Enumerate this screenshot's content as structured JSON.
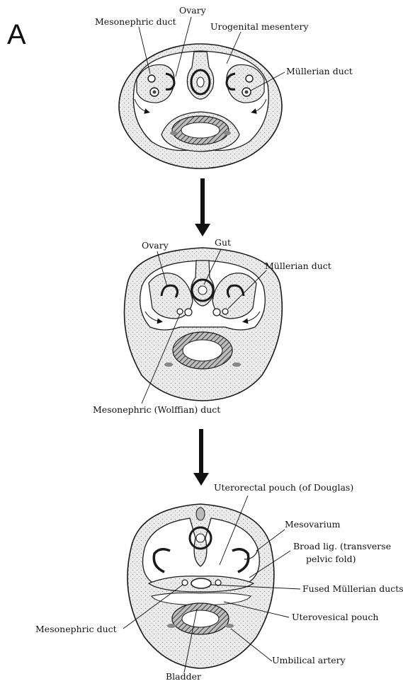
{
  "figure": {
    "panel_letter": "A"
  },
  "stage1": {
    "labels": {
      "mesonephric_duct": "Mesonephric duct",
      "ovary": "Ovary",
      "urogenital_mesentery": "Urogenital mesentery",
      "mullerian_duct": "Müllerian duct"
    }
  },
  "stage2": {
    "labels": {
      "ovary": "Ovary",
      "gut": "Gut",
      "mullerian_duct": "Müllerian duct",
      "mesonephric_wolffian_duct": "Mesonephric (Wolffian) duct"
    }
  },
  "stage3": {
    "labels": {
      "uterorectal_pouch": "Uterorectal pouch (of Douglas)",
      "mesovarium": "Mesovarium",
      "broad_lig_line1": "Broad lig. (transverse",
      "broad_lig_line2": "pelvic fold)",
      "fused_mullerian_ducts": "Fused Müllerian ducts",
      "uterovesical_pouch": "Uterovesical pouch",
      "mesonephric_duct": "Mesonephric duct",
      "umbilical_artery": "Umbilical artery",
      "bladder": "Bladder"
    }
  },
  "colors": {
    "tissue_fill": "#e6e6e6",
    "outline": "#1a1a1a",
    "hatch": "#4a4a4a"
  }
}
